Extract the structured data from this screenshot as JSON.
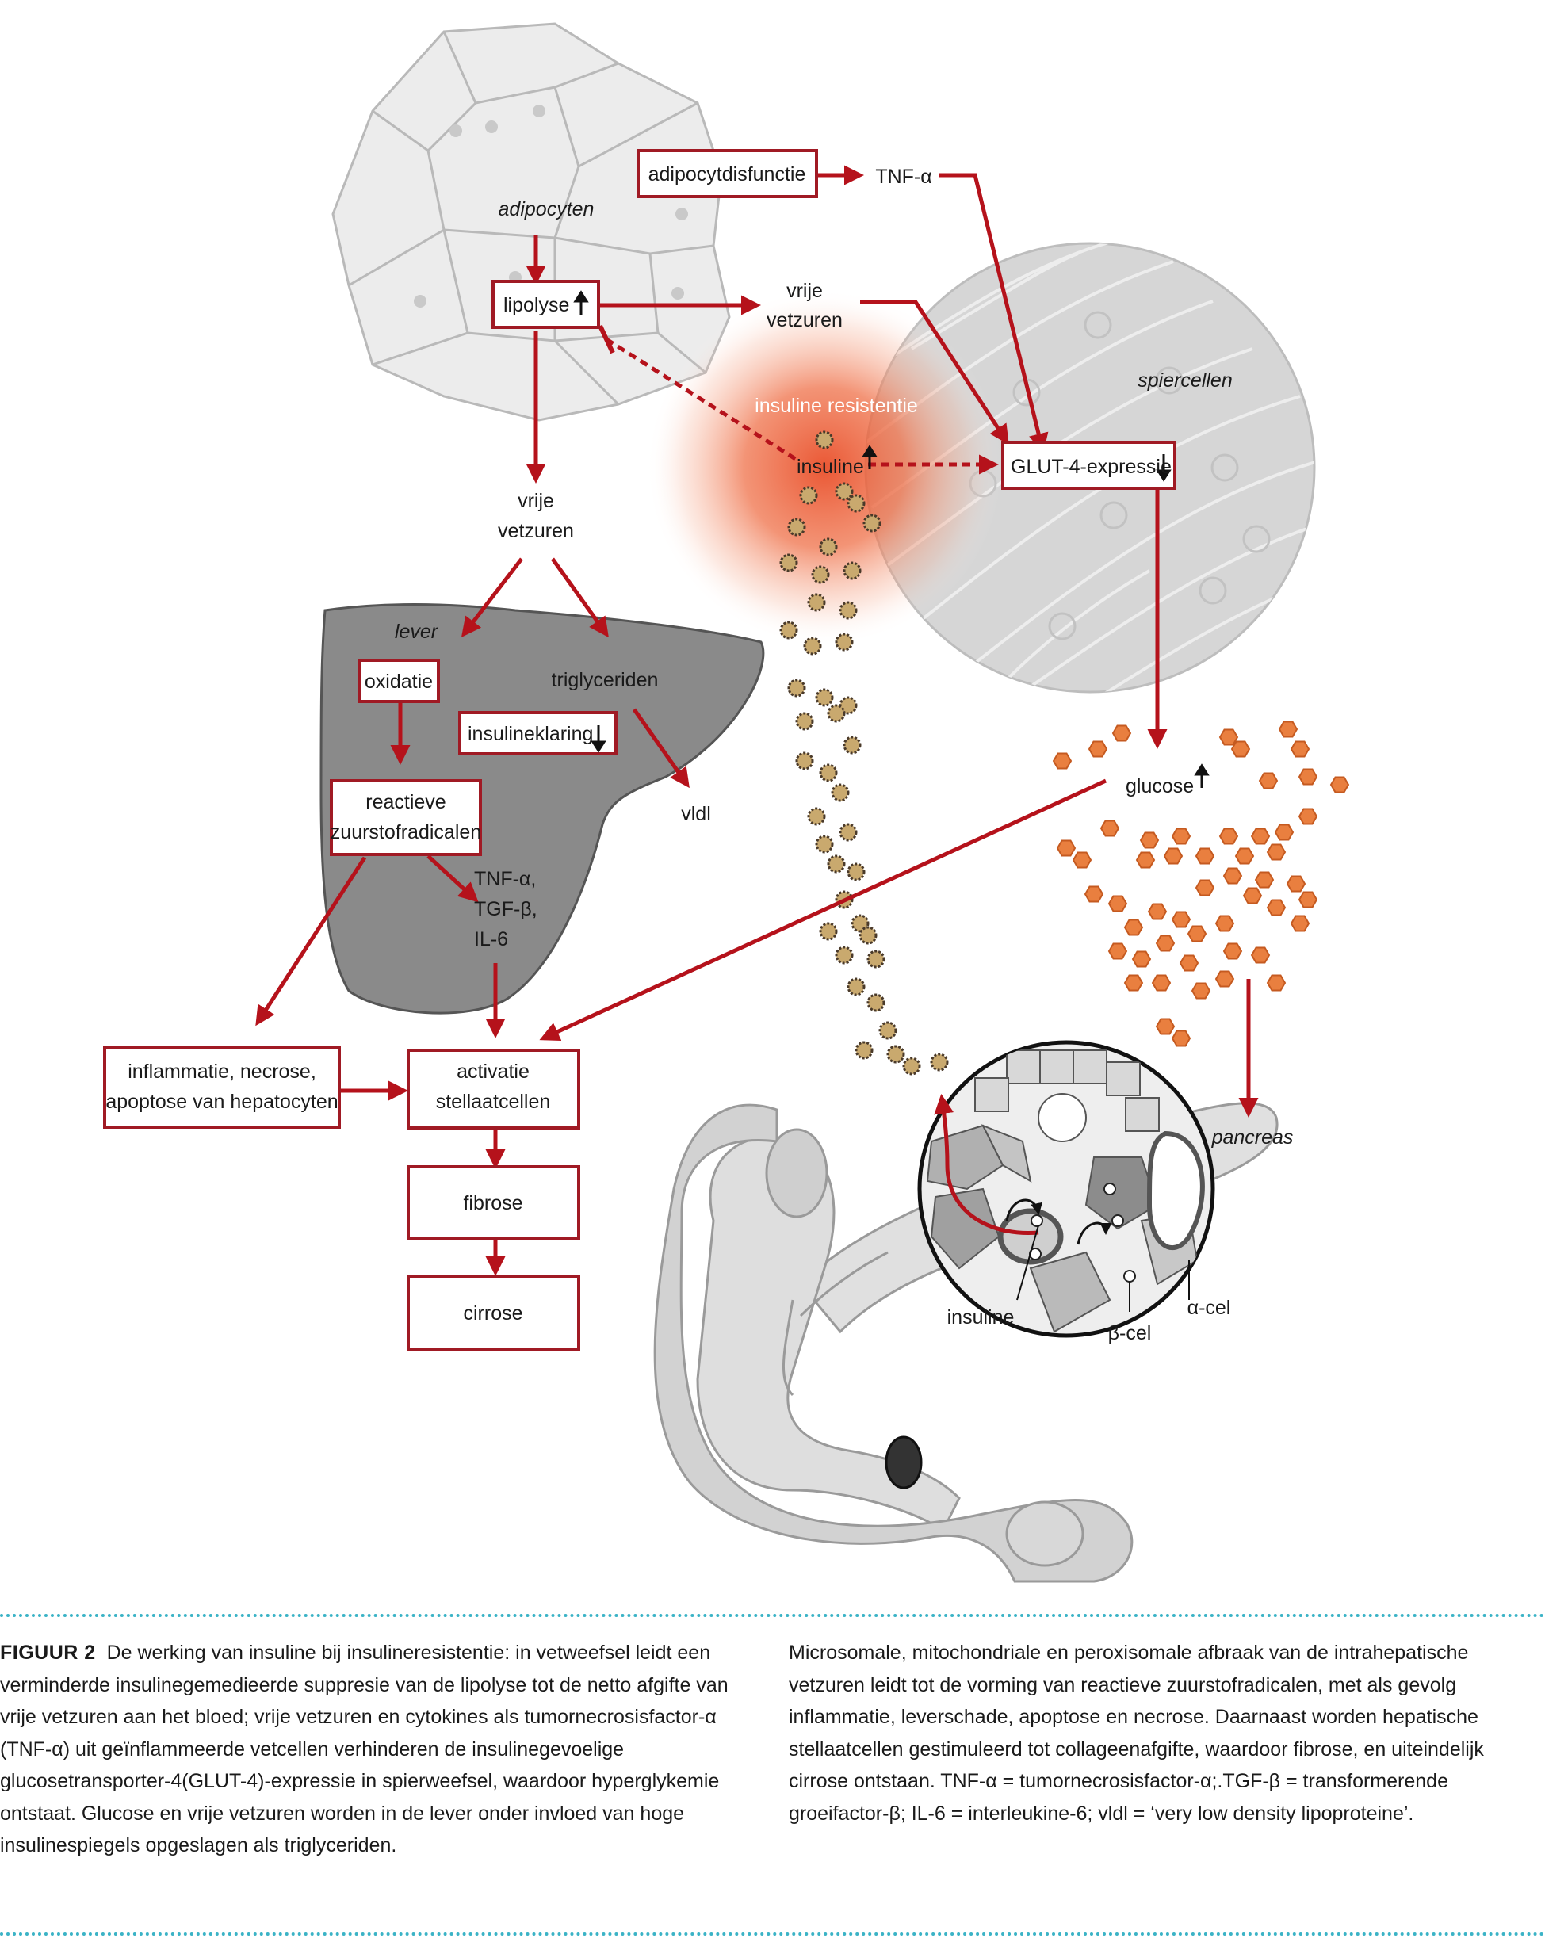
{
  "labels": {
    "adipocyten": "adipocyten",
    "adipocytdisfunctie": "adipocytdisfunctie",
    "tnf_top": "TNF-α",
    "lipolyse": "lipolyse",
    "vrije_vetzuren_top_1": "vrije",
    "vrije_vetzuren_top_2": "vetzuren",
    "insuline_resistentie": "insuline resistentie",
    "insuline_center": "insuline",
    "spiercellen": "spiercellen",
    "glut4": "GLUT-4-expressie",
    "vrije_vetzuren_mid_1": "vrije",
    "vrije_vetzuren_mid_2": "vetzuren",
    "lever": "lever",
    "oxidatie": "oxidatie",
    "triglyceriden": "triglyceriden",
    "insulineklaring": "insulineklaring",
    "vldl": "vldl",
    "reactieve_1": "reactieve",
    "reactieve_2": "zuurstofradicalen",
    "cytokines_1": "TNF-α,",
    "cytokines_2": "TGF-β,",
    "cytokines_3": "IL-6",
    "glucose": "glucose",
    "inflammatie_1": "inflammatie, necrose,",
    "inflammatie_2": "apoptose van hepatocyten",
    "activatie_1": "activatie",
    "activatie_2": "stellaatcellen",
    "fibrose": "fibrose",
    "cirrose": "cirrose",
    "pancreas": "pancreas",
    "insuline_islet": "insuline",
    "beta_cel": "β-cel",
    "alpha_cel": "α-cel"
  },
  "caption": {
    "figure_label": "FIGUUR 2",
    "left_text": "De werking van insuline bij insulineresistentie: in vetweefsel leidt een verminderde insulinegemedieerde suppresie van de lipolyse tot de netto afgifte van vrije vetzuren aan het bloed; vrije vetzuren en cytokines als tumornecrosisfactor-α (TNF-α) uit geïnflammeerde vetcellen verhinderen de insulinegevoelige glucosetransporter-4(GLUT-4)-expressie in spierweefsel, waardoor hyperglykemie ontstaat. Glucose en vrije vetzuren worden in de lever onder invloed van hoge insulinespiegels opgeslagen als triglyceriden.",
    "right_text": "Microsomale, mitochondriale en peroxisomale afbraak van de intrahepatische vetzuren leidt tot de vorming van reactieve zuurstofradicalen, met als gevolg inflammatie, leverschade, apoptose en necrose. Daarnaast worden hepatische stellaatcellen gestimuleerd tot collageenafgifte, waardoor fibrose, en uiteindelijk cirrose ontstaan. TNF-α = tumornecrosisfactor-α;.TGF-β = transformerende groeifactor-β; IL-6 = interleukine-6;  vldl = ‘very low density lipoproteine’."
  },
  "colors": {
    "arrow_red": "#b5121b",
    "box_border": "#a01a24",
    "liver": "#8a8a8a",
    "muscle": "#d6d6d6",
    "adipose": "#ececec",
    "insulin_dot": "#c9a96e",
    "glucose_hex": "#e97f3f",
    "caption_rule": "#3bb3c6"
  }
}
